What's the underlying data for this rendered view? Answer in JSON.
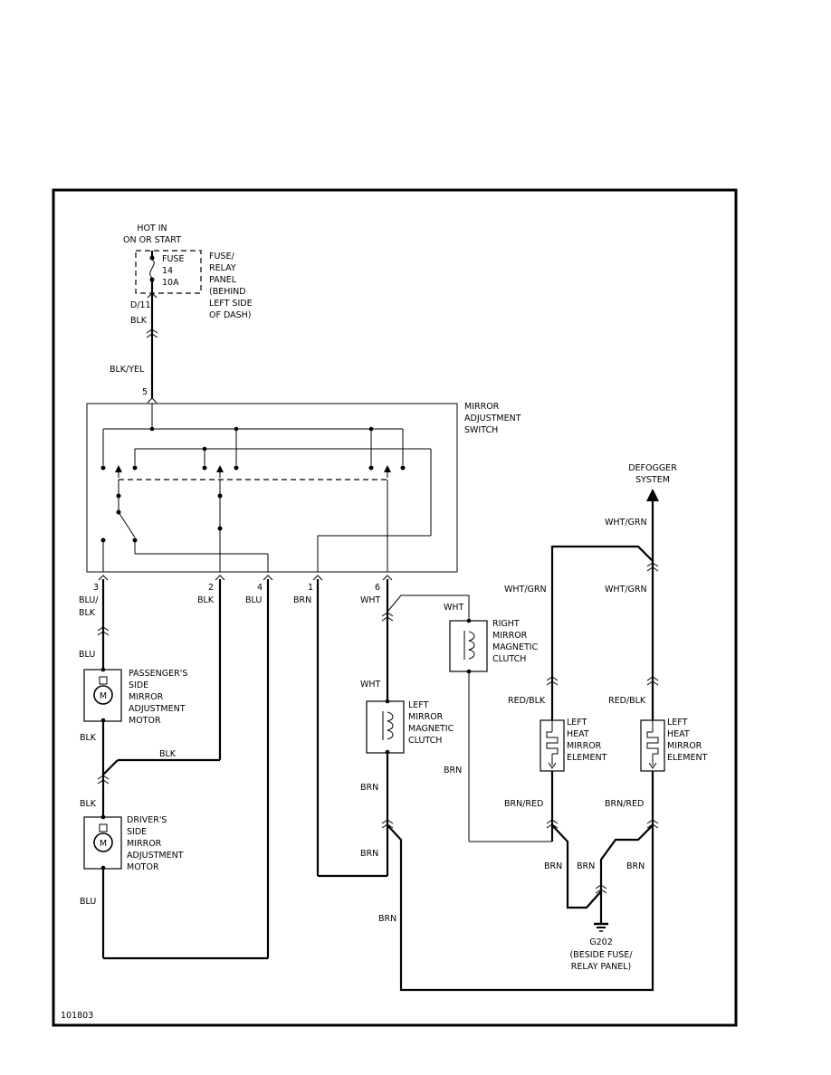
{
  "power": {
    "hot_line1": "HOT IN",
    "hot_line2": "ON OR START",
    "fuse_name": "FUSE",
    "fuse_number": "14",
    "fuse_rating": "10A",
    "panel_lines": [
      "FUSE/",
      "RELAY",
      "PANEL",
      "(BEHIND",
      "LEFT SIDE",
      "OF DASH)"
    ],
    "connector": "D/11"
  },
  "switch": {
    "title_lines": [
      "MIRROR",
      "ADJUSTMENT",
      "SWITCH"
    ],
    "pin_top": "5",
    "pins_bottom": [
      "3",
      "2",
      "4",
      "1",
      "6"
    ]
  },
  "wires": {
    "blk_top": "BLK",
    "blk_yel": "BLK/YEL",
    "blu_blk_1": "BLU/",
    "blu_blk_2": "BLK",
    "blk_pin2": "BLK",
    "blu_pin4": "BLU",
    "brn_pin1": "BRN",
    "wht_pin6": "WHT",
    "blu_pass": "BLU",
    "blk_pass_bottom": "BLK",
    "blk_diag": "BLK",
    "blk_drv": "BLK",
    "blu_drv_bottom": "BLU",
    "wht_right": "WHT",
    "wht_left_clutch": "WHT",
    "brn_left1": "BRN",
    "brn_left2": "BRN",
    "brn_right_clutch": "BRN",
    "brn_long": "BRN",
    "wht_grn_top": "WHT/GRN",
    "wht_grn_left": "WHT/GRN",
    "wht_grn_right": "WHT/GRN",
    "red_blk_left": "RED/BLK",
    "red_blk_right": "RED/BLK",
    "brn_red_left": "BRN/RED",
    "brn_red_right": "BRN/RED",
    "brn_g1": "BRN",
    "brn_g2": "BRN",
    "brn_g3": "BRN"
  },
  "components": {
    "pass_motor": [
      "PASSENGER'S",
      "SIDE",
      "MIRROR",
      "ADJUSTMENT",
      "MOTOR"
    ],
    "drv_motor": [
      "DRIVER'S",
      "SIDE",
      "MIRROR",
      "ADJUSTMENT",
      "MOTOR"
    ],
    "motor_symbol": "M",
    "right_clutch": [
      "RIGHT",
      "MIRROR",
      "MAGNETIC",
      "CLUTCH"
    ],
    "left_clutch": [
      "LEFT",
      "MIRROR",
      "MAGNETIC",
      "CLUTCH"
    ],
    "heat_left": [
      "LEFT",
      "HEAT",
      "MIRROR",
      "ELEMENT"
    ],
    "heat_right": [
      "LEFT",
      "HEAT",
      "MIRROR",
      "ELEMENT"
    ],
    "defogger": [
      "DEFOGGER",
      "SYSTEM"
    ],
    "ground_name": "G202",
    "ground_loc": [
      "(BESIDE FUSE/",
      "RELAY PANEL)"
    ]
  },
  "figure_id": "101803"
}
